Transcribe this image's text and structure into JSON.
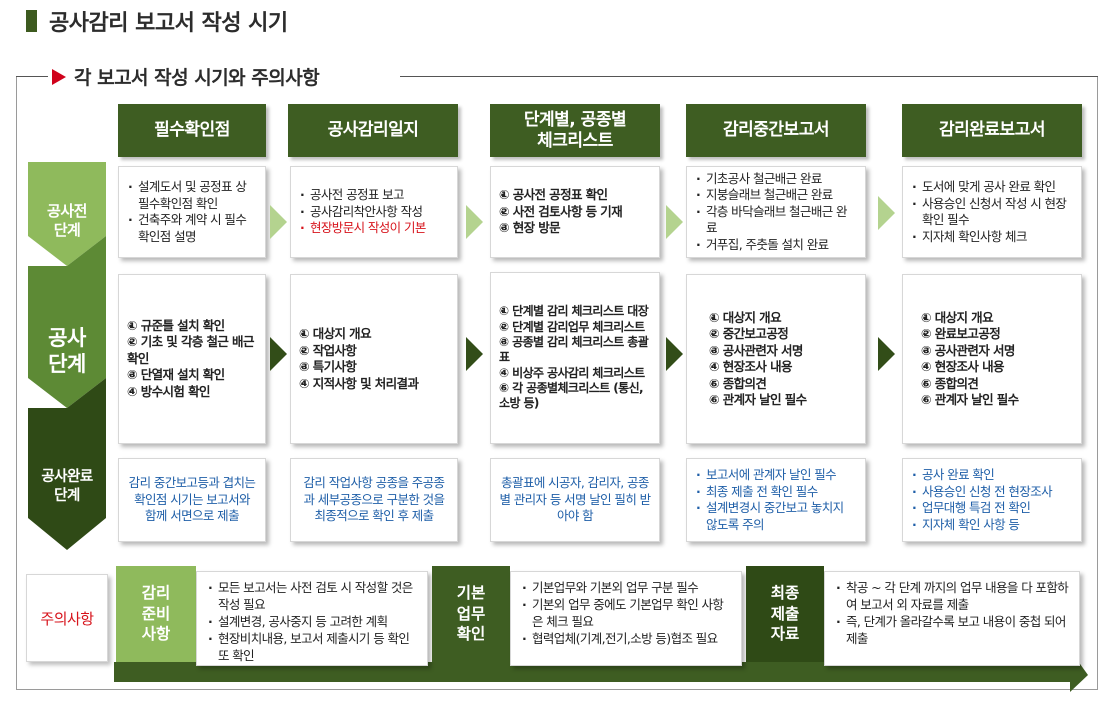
{
  "page_title": "공사감리 보고서 작성 시기",
  "section_title": "각 보고서 작성 시기와 주의사항",
  "columns": [
    "필수확인점",
    "공사감리일지",
    "단계별, 공종별\n체크리스트",
    "감리중간보고서",
    "감리완료보고서"
  ],
  "stages": [
    "공사전\n단계",
    "공사\n단계",
    "공사완료\n단계"
  ],
  "colors": {
    "dark_green": "#3e5d22",
    "light_green": "#b4d38f",
    "red": "#d7141c",
    "blue": "#1f5fa8"
  },
  "rows": {
    "pre": [
      [
        "설계도서 및 공정표 상 필수확인점 확인",
        "건축주와 계약 시 필수확인점 설명"
      ],
      [
        "공사전 공정표 보고",
        "공사감리착안사항 작성",
        "현장방문시 작성이 기본"
      ],
      [
        "① 공사전 공정표 확인",
        "② 사전 검토사항 등 기재",
        "③ 현장 방문"
      ],
      [
        "기초공사 철근배근 완료",
        "지붕슬래브 철근배근 완료",
        "각층 바닥슬래브 철근배근 완료",
        "거푸집, 주춧돌 설치 완료"
      ],
      [
        "도서에 맞게 공사 완료 확인",
        "사용승인 신청서 작성 시 현장확인 필수",
        "지자체 확인사항 체크"
      ]
    ],
    "construction": [
      [
        "① 규준틀 설치 확인",
        "② 기초 및 각층 철근 배근 확인",
        "③ 단열재 설치 확인",
        "④ 방수시험 확인"
      ],
      [
        "① 대상지 개요",
        "② 작업사항",
        "③ 특기사항",
        "④ 지적사항 및 처리결과"
      ],
      [
        "① 단계별 감리 체크리스트 대장",
        "② 단계별 감리업무 체크리스트",
        "③ 공종별 감리 체크리스트 총괄표",
        "④ 비상주 공사감리 체크리스트",
        "⑤ 각 공종별체크리스트 (통신,소방 등)"
      ],
      [
        "① 대상지 개요",
        "② 중간보고공정",
        "③ 공사관련자 서명",
        "④ 현장조사 내용",
        "⑤ 종합의견",
        "⑥ 관계자 날인 필수"
      ],
      [
        "① 대상지 개요",
        "② 완료보고공정",
        "③ 공사관련자 서명",
        "④ 현장조사 내용",
        "⑤ 종합의견",
        "⑥ 관계자 날인 필수"
      ]
    ],
    "completion": [
      "감리 중간보고등과 겹치는 확인점 시기는 보고서와 함께 서면으로 제출",
      "감리 작업사항 공종을 주공종과 세부공종으로 구분한 것을 최종적으로 확인 후 제출",
      "총괄표에 시공자, 감리자, 공종별 관리자 등 서명 날인 필히 받아야 함",
      [
        "보고서에 관계자 날인 필수",
        "최종 제출 전 확인 필수",
        "설계변경시 중간보고 놓치지 않도록 주의"
      ],
      [
        "공사 완료 확인",
        "사용승인 신청 전 현장조사",
        "업무대행 특검 전 확인",
        "지자체 확인 사항 등"
      ]
    ]
  },
  "notes": {
    "label": "주의사항",
    "groups": [
      {
        "tag": "감리\n준비\n사항",
        "items": [
          "모든 보고서는 사전 검토 시 작성할 것은 작성 필요",
          "설계변경, 공사중지 등 고려한 계획",
          "현장비치내용, 보고서 제출시기 등 확인 또 확인"
        ]
      },
      {
        "tag": "기본\n업무\n확인",
        "items": [
          "기본업무와 기본외 업무 구분 필수",
          "기본외 업무 중에도 기본업무 확인 사항은 체크 필요",
          "협력업체(기계,전기,소방 등)협조 필요"
        ]
      },
      {
        "tag": "최종\n제출\n자료",
        "items": [
          "착공 ~ 각 단계 까지의 업무 내용을 다 포함하여 보고서 외 자료를 제출",
          "즉, 단계가 올라갈수록 보고 내용이 중첩 되어 제출"
        ]
      }
    ]
  }
}
